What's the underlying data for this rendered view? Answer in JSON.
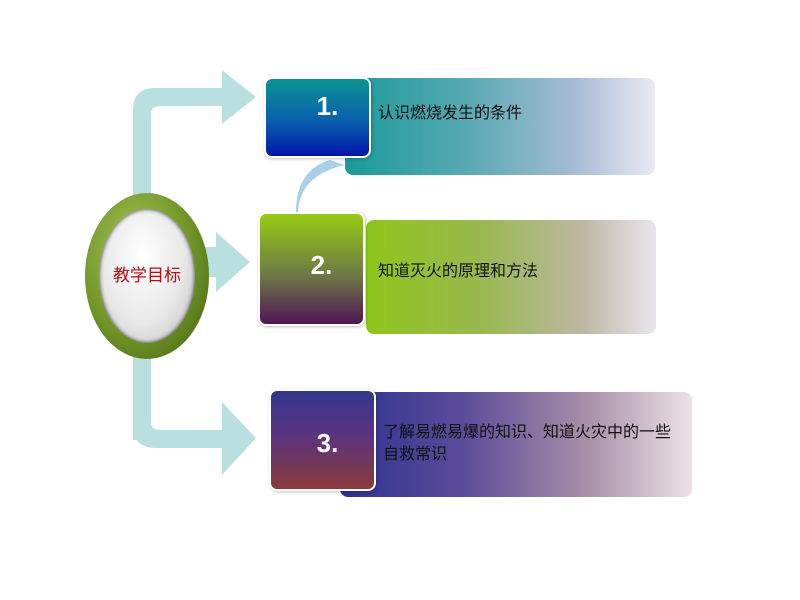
{
  "center": {
    "label": "教学目标",
    "label_color": "#b01010",
    "ring_color": "#6b8e23"
  },
  "items": [
    {
      "number": "1.",
      "text": "认识燃烧发生的条件"
    },
    {
      "number": "2.",
      "text": "知道灭火的原理和方法"
    },
    {
      "number": "3.",
      "text": "了解易燃易爆的知识、知道火灾中的一些自救常识"
    }
  ],
  "colors": {
    "arrow": "#b7dfe0"
  }
}
